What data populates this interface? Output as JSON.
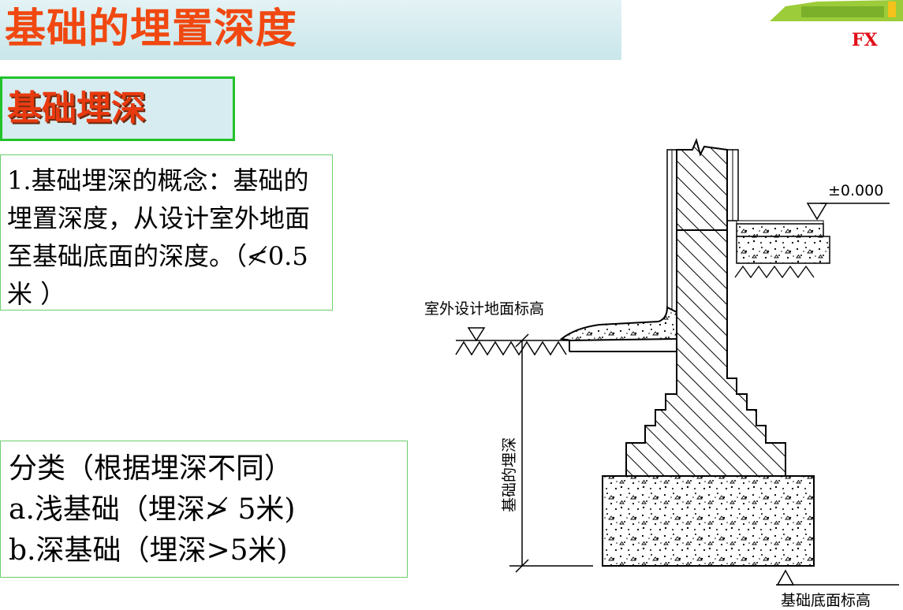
{
  "header": {
    "title": "基础的埋置深度",
    "code": "FX"
  },
  "section": {
    "title": "基础埋深"
  },
  "definition": {
    "text": "1.基础埋深的概念：基础的埋置深度，从设计室外地面至基础底面的深度。（≮0.5米 ）"
  },
  "classification": {
    "heading": "分类（根据埋深不同）",
    "shallow": "a.浅基础（埋深≯ 5米)",
    "deep": "b.深基础（埋深>5米)"
  },
  "diagram": {
    "elevation_label": "±0.000",
    "outdoor_ground_label": "室外设计地面标高",
    "depth_label": "基础的埋深",
    "bottom_label": "基础底面标高"
  },
  "colors": {
    "title": "#f04810",
    "box_border": "#22c22a",
    "code": "#e0101a"
  }
}
